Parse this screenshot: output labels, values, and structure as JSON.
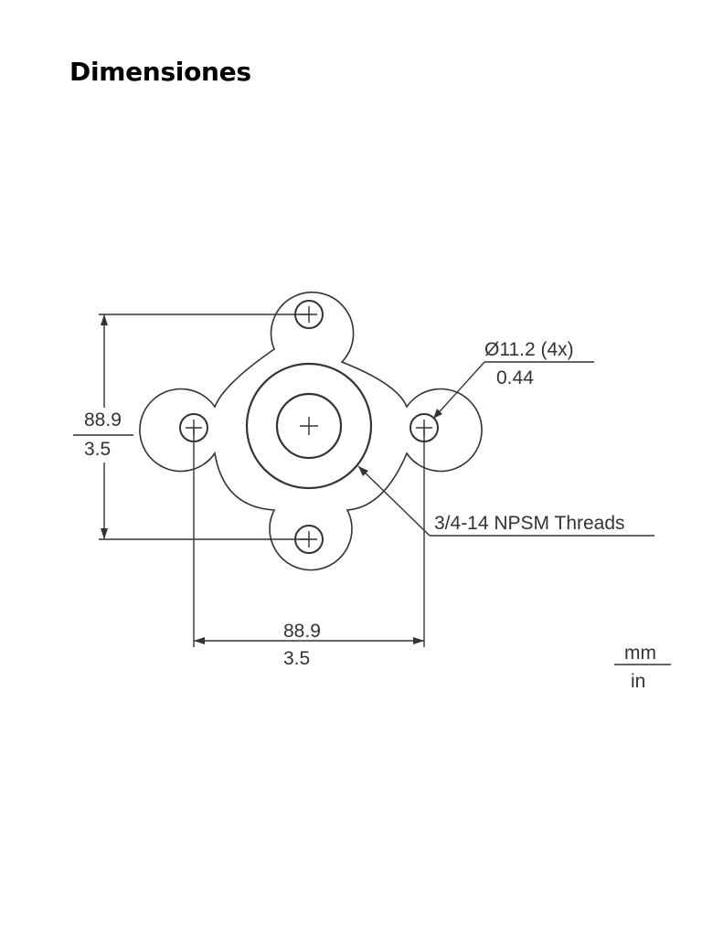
{
  "page": {
    "title": "Dimensiones"
  },
  "drawing": {
    "vertical_dimension": {
      "mm": "88.9",
      "in": "3.5"
    },
    "horizontal_dimension": {
      "mm": "88.9",
      "in": "3.5"
    },
    "hole_callout": {
      "line1": "Ø11.2 (4x)",
      "line2": "0.44"
    },
    "thread_callout": "3/4-14 NPSM Threads",
    "units_legend": {
      "top": "mm",
      "bottom": "in"
    },
    "colors": {
      "line": "#333333",
      "text": "#333333"
    }
  }
}
